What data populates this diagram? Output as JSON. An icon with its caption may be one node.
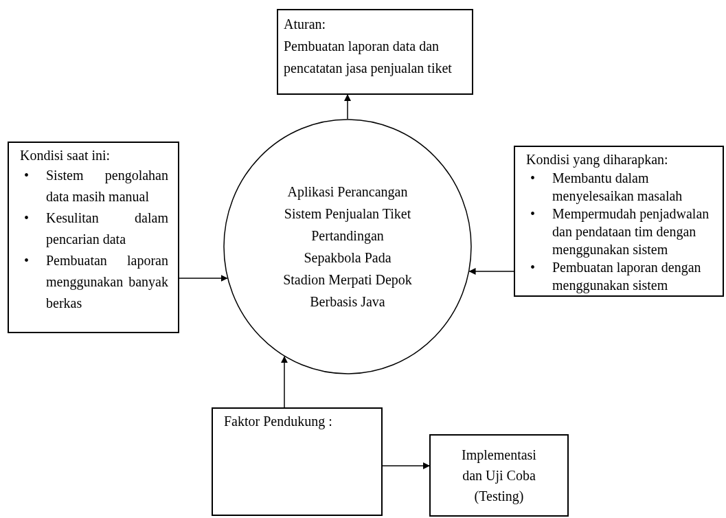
{
  "diagram": {
    "nodes": [
      {
        "text": [
          "Aturan:",
          "Pembuatan laporan data dan pencatatan jasa penjualan tiket"
        ]
      },
      {
        "text": [
          "Kondisi saat ini:",
          "• Sistem pengolahan data masih manual",
          "• Kesulitan dalam pencarian data",
          "• Pembuatan laporan menggunakan banyak berkas"
        ]
      },
      {
        "text": [
          "Aplikasi Perancangan Sistem Penjualan Tiket Pertandingan Sepakbola Pada Stadion Merpati Depok Berbasis Java"
        ]
      },
      {
        "text": [
          "Kondisi yang diharapkan:",
          "• Membantu dalam menyelesaikan masalah",
          "• Mempermudah penjadwalan dan pendataan tim dengan menggunakan sistem",
          "• Pembuatan laporan dengan menggunakan sistem"
        ]
      },
      {
        "text": [
          "Faktor Pendukung :"
        ]
      },
      {
        "text": [
          "Implementasi dan Uji Coba (Testing)"
        ]
      }
    ],
    "edges": [
      {
        "from": 2,
        "to": 0,
        "arrow": "to"
      },
      {
        "from": 1,
        "to": 2,
        "arrow": "to"
      },
      {
        "from": 3,
        "to": 2,
        "arrow": "to"
      },
      {
        "from": 4,
        "to": 2,
        "arrow": "to"
      },
      {
        "from": 4,
        "to": 5,
        "arrow": "to"
      }
    ]
  }
}
